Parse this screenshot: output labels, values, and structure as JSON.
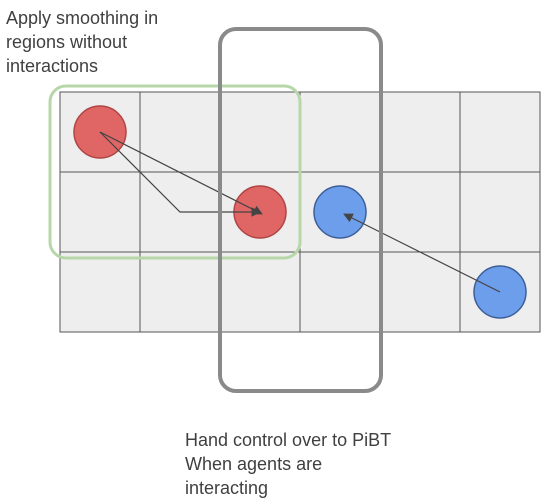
{
  "smoothing_caption": {
    "lines": [
      "Apply smoothing in",
      "regions without",
      "interactions"
    ]
  },
  "pibt_caption": {
    "lines": [
      "Hand control over to PiBT",
      "When agents are",
      "interacting"
    ]
  },
  "grid": {
    "columns": 6,
    "rows": 3
  },
  "colors": {
    "cell_fill": "#eeeeee",
    "cell_stroke": "#555555",
    "smoothing_region": "#b8d7a8",
    "pibt_region": "#8a8a8a",
    "agent_red": "#e06666",
    "agent_red_stroke": "#b04545",
    "agent_blue": "#6d9eeb",
    "agent_blue_stroke": "#3d5f98",
    "arrow": "#444444",
    "text": "#404040"
  }
}
